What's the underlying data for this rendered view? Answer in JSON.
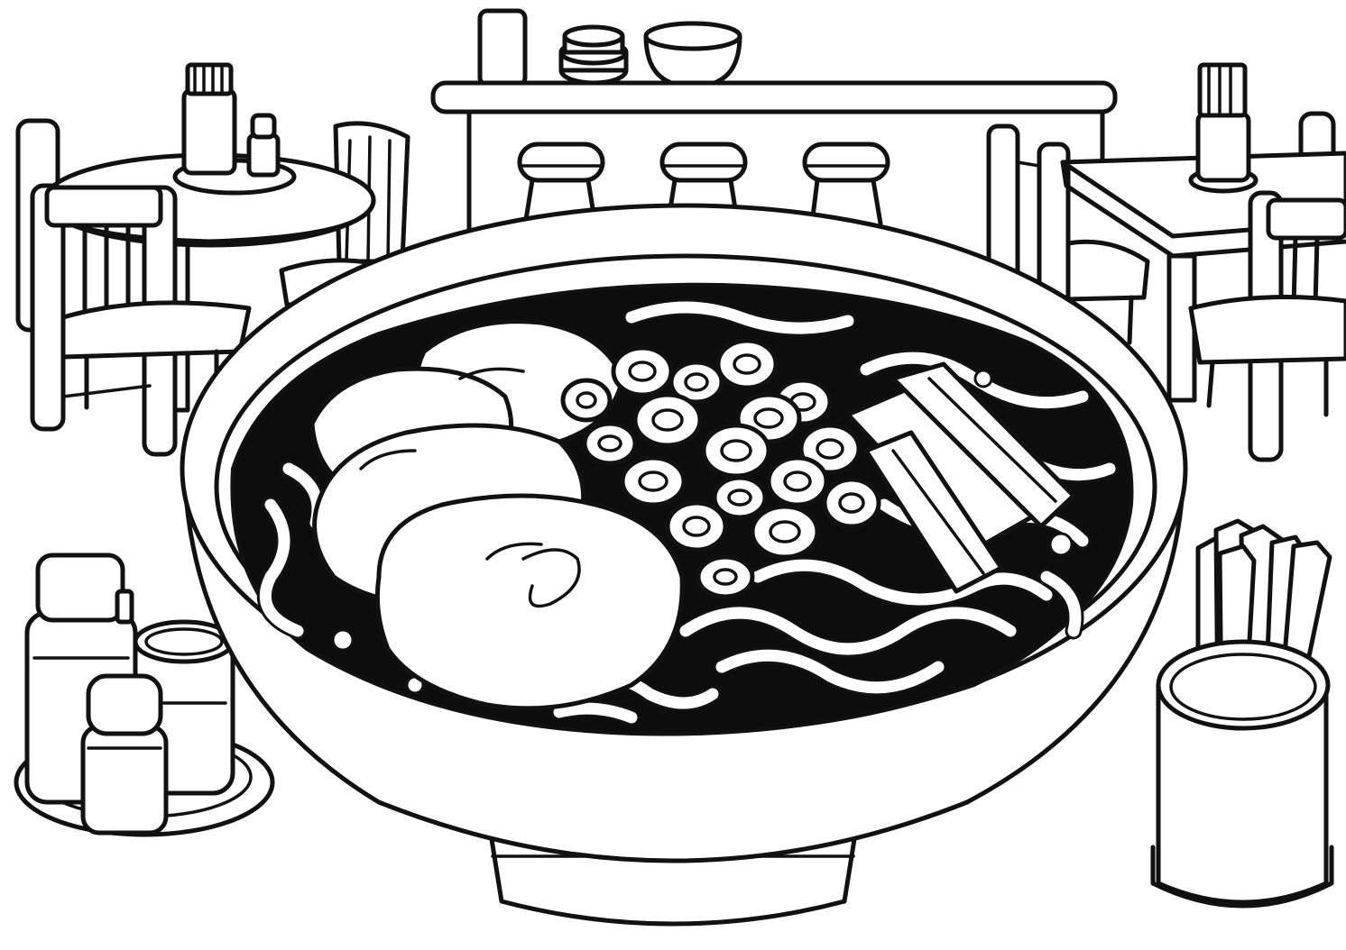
{
  "scene": {
    "style": "black-and-white line art",
    "colors": {
      "line": "#111111",
      "fill": "#ffffff",
      "broth": "#0d0d0d"
    },
    "objects": [
      "noodle-bowl",
      "chashu-pork-slices",
      "green-onion-rings",
      "menma-bamboo-shoots",
      "udon-noodles",
      "condiment-bottles",
      "chopstick-holder",
      "left-round-table",
      "left-chairs",
      "right-table",
      "right-chairs",
      "bar-counter",
      "bar-stools",
      "shelf-cup",
      "shelf-plates",
      "shelf-bowl"
    ]
  }
}
